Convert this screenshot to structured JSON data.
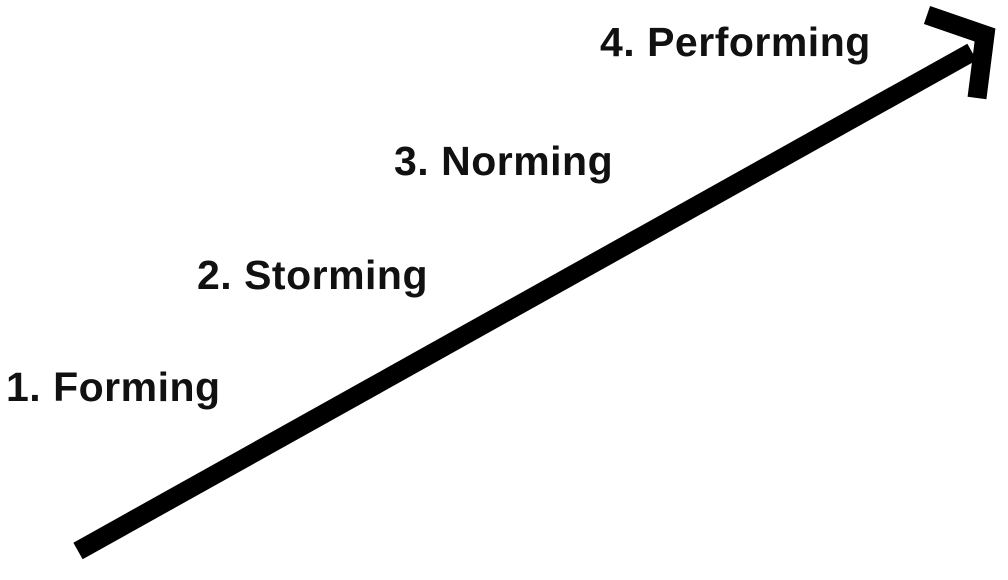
{
  "diagram": {
    "stages": [
      {
        "label": "1. Forming"
      },
      {
        "label": "2. Storming"
      },
      {
        "label": "3. Norming"
      },
      {
        "label": "4. Performing"
      }
    ],
    "arrow_color": "#000000",
    "text_color": "#111111"
  }
}
